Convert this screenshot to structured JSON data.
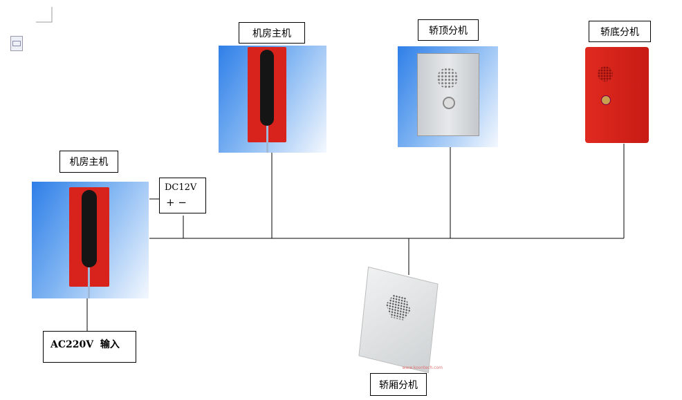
{
  "labels": {
    "machine_room_top": "机房主机",
    "car_top": "轿顶分机",
    "car_bottom": "轿底分机",
    "machine_room_left": "机房主机",
    "car_cabin": "轿厢分机"
  },
  "power": {
    "dc_label": "DC12V",
    "dc_polarity": "+ −",
    "ac_label": "AC220V  输入"
  },
  "watermark": "www.koontech.com",
  "colors": {
    "panel_red": "#d8231c",
    "bg_blue": "#2f7fe8"
  }
}
